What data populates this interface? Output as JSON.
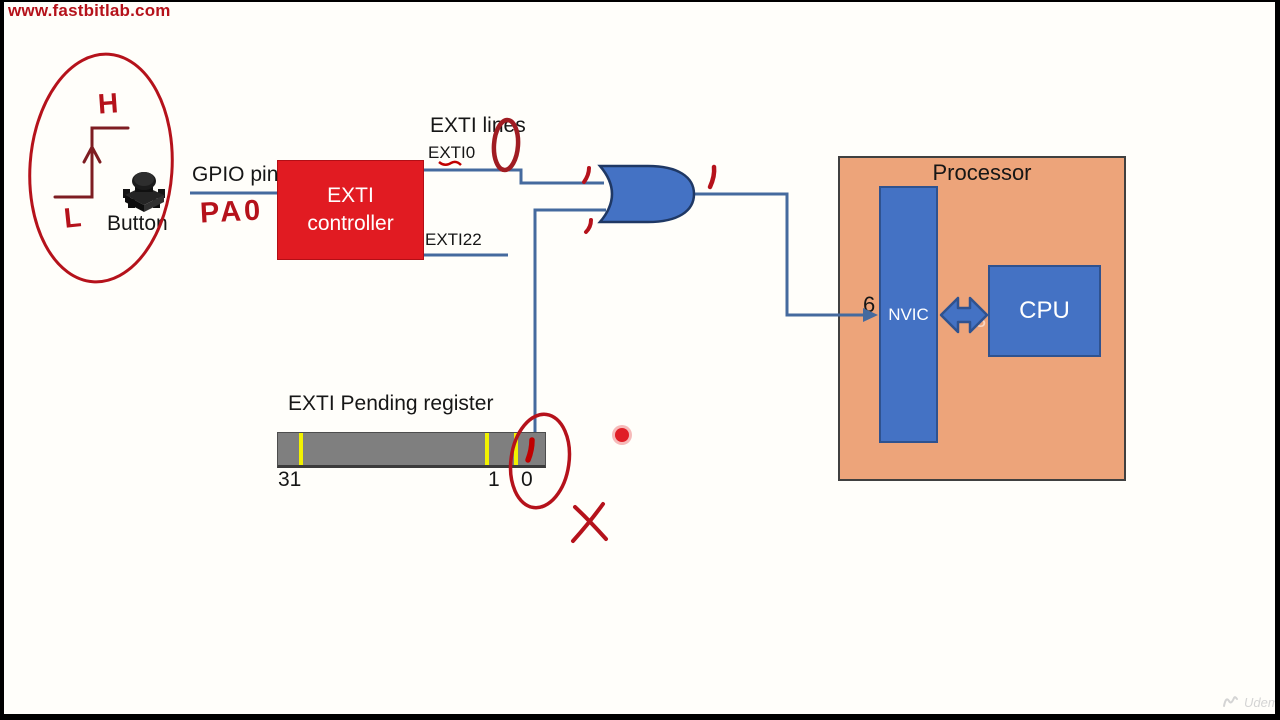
{
  "page": {
    "site_watermark": "www.fastbitlab.com",
    "brand_watermark": "Udemy"
  },
  "signal": {
    "high_label": "H",
    "low_label": "L",
    "button_label": "Button"
  },
  "gpio": {
    "label": "GPIO pin",
    "pin_annotation": "PA0"
  },
  "exti_controller": {
    "line1": "EXTI",
    "line2": "controller"
  },
  "exti_lines": {
    "title": "EXTI lines",
    "first_line": "EXTI0",
    "last_line": "EXTI22",
    "exti0_value_annotation": "0"
  },
  "or_gate": {
    "label": "OR",
    "input_top_annotation": "1",
    "input_bottom_annotation": "1",
    "output_annotation": "1"
  },
  "processor": {
    "title": "Processor",
    "nvic_label": "NVIC",
    "cpu_label": "CPU",
    "irq_number": "6",
    "faint_label": "3"
  },
  "pending_register": {
    "title": "EXTI Pending register",
    "bit31_label": "31",
    "bit1_label": "1",
    "bit0_label": "0",
    "bit0_value_annotation": "1",
    "crossed_out_mark": "X"
  },
  "colors": {
    "accent_red": "#E11B22",
    "shape_blue": "#4472C4",
    "connector_blue": "#456A9E",
    "processor_fill": "#EDA47A",
    "register_gray": "#7F7F7F",
    "tick_yellow": "#F2F200",
    "ink_red": "#B5121B"
  }
}
